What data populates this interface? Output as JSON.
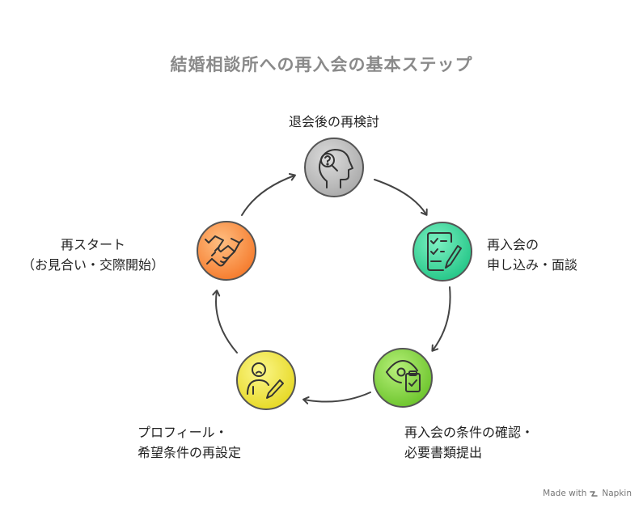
{
  "title": "結婚相談所への再入会の基本ステップ",
  "steps": [
    {
      "lines": [
        "退会後の再検討"
      ],
      "icon": "head-question-icon",
      "color": "#c3c3c3"
    },
    {
      "lines": [
        "再入会の",
        "申し込み・面談"
      ],
      "icon": "checklist-pen-icon",
      "color": "#3ee0a0"
    },
    {
      "lines": [
        "再入会の条件の確認・",
        "必要書類提出"
      ],
      "icon": "eye-clipboard-icon",
      "color": "#8ee04a"
    },
    {
      "lines": [
        "プロフィール・",
        "希望条件の再設定"
      ],
      "icon": "user-edit-icon",
      "color": "#f6ee4a"
    },
    {
      "lines": [
        "再スタート",
        "（お見合い・交際開始）"
      ],
      "icon": "handshake-icon",
      "color": "#ff9a4a"
    }
  ],
  "footer": {
    "made_with": "Made with",
    "brand": "Napkin"
  }
}
